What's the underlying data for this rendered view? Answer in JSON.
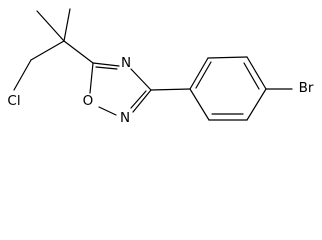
{
  "structure": {
    "atom_labels": {
      "chlorine": "Cl",
      "ring_oxygen": "O",
      "ring_nitrogen_top": "N",
      "ring_nitrogen_bottom": "N",
      "bromine": "Br"
    },
    "colors": {
      "bond": "#000000",
      "label": "#000000",
      "background": "#ffffff"
    }
  }
}
